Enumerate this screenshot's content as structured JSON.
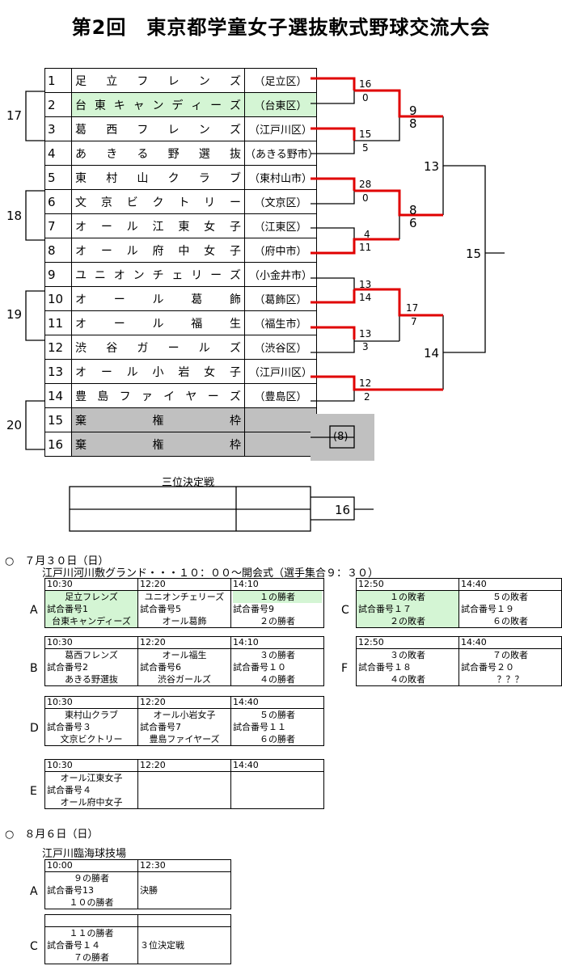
{
  "title": "第2回　東京都学童女子選抜軟式野球交流大会",
  "teams": [
    {
      "no": "1",
      "name": "足立フレンズ",
      "area": "（足立区）"
    },
    {
      "no": "2",
      "name": "台東キャンディーズ",
      "area": "（台東区）"
    },
    {
      "no": "3",
      "name": "葛西フレンズ",
      "area": "（江戸川区）"
    },
    {
      "no": "4",
      "name": "あきる野選抜",
      "area": "（あきる野市）"
    },
    {
      "no": "5",
      "name": "東村山クラブ",
      "area": "（東村山市）"
    },
    {
      "no": "6",
      "name": "文京ビクトリー",
      "area": "（文京区）"
    },
    {
      "no": "7",
      "name": "オール江東女子",
      "area": "（江東区）"
    },
    {
      "no": "8",
      "name": "オール府中女子",
      "area": "（府中市）"
    },
    {
      "no": "9",
      "name": "ユニオンチェリーズ",
      "area": "（小金井市）"
    },
    {
      "no": "10",
      "name": "オール葛飾",
      "area": "（葛飾区）"
    },
    {
      "no": "11",
      "name": "オール福生",
      "area": "（福生市）"
    },
    {
      "no": "12",
      "name": "渋谷ガールズ",
      "area": "（渋谷区）"
    },
    {
      "no": "13",
      "name": "オール小岩女子",
      "area": "（江戸川区）"
    },
    {
      "no": "14",
      "name": "豊島ファイヤーズ",
      "area": "（豊島区）"
    },
    {
      "no": "15",
      "name": "棄権枠",
      "area": ""
    },
    {
      "no": "16",
      "name": "棄権枠",
      "area": ""
    }
  ],
  "bracket": {
    "left_labels": [
      "17",
      "18",
      "19",
      "20"
    ],
    "scores": [
      "16",
      "0",
      "15",
      "5",
      "28",
      "0",
      "4",
      "11",
      "13",
      "14",
      "13",
      "3",
      "12",
      "2"
    ],
    "round2_scores": [
      "9",
      "8",
      "8",
      "6",
      "17",
      "7"
    ],
    "round_numbers": [
      "13",
      "14",
      "15"
    ],
    "bye_label": "(8)",
    "third_place_title": "三位決定戦",
    "third_place_number": "16"
  },
  "day1": {
    "date": "○　７月３０日（日）",
    "venue": "江戸川河川敷グランド・・・１０：００～開会式（選手集合９：３０）",
    "blocks": [
      {
        "letter": "A",
        "times": [
          "10:30",
          "12:20",
          "14:10"
        ],
        "cells": [
          [
            "足立フレンズ",
            "試合番号1",
            "台東キャンディーズ"
          ],
          [
            "ユニオンチェリーズ",
            "試合番号5",
            "オール葛飾"
          ],
          [
            "１の勝者",
            "試合番号9",
            "２の勝者"
          ]
        ]
      },
      {
        "letter": "B",
        "times": [
          "10:30",
          "12:20",
          "14:10"
        ],
        "cells": [
          [
            "葛西フレンズ",
            "試合番号2",
            "あきる野選抜"
          ],
          [
            "オール福生",
            "試合番号6",
            "渋谷ガールズ"
          ],
          [
            "３の勝者",
            "試合番号１０",
            "４の勝者"
          ]
        ]
      },
      {
        "letter": "D",
        "times": [
          "10:30",
          "12:20",
          "14:40"
        ],
        "cells": [
          [
            "東村山クラブ",
            "試合番号３",
            "文京ビクトリー"
          ],
          [
            "オール小岩女子",
            "試合番号7",
            "豊島ファイヤーズ"
          ],
          [
            "５の勝者",
            "試合番号１１",
            "６の勝者"
          ]
        ]
      },
      {
        "letter": "E",
        "times": [
          "10:30",
          "12:20",
          "14:40"
        ],
        "cells": [
          [
            "オール江東女子",
            "試合番号４",
            "オール府中女子"
          ],
          [
            "",
            "",
            ""
          ],
          [
            "",
            "",
            ""
          ]
        ]
      },
      {
        "letter": "C",
        "times": [
          "12:50",
          "14:40"
        ],
        "cells": [
          [
            "１の敗者",
            "試合番号１７",
            "２の敗者"
          ],
          [
            "５の敗者",
            "試合番号１９",
            "６の敗者"
          ]
        ]
      },
      {
        "letter": "F",
        "times": [
          "12:50",
          "14:40"
        ],
        "cells": [
          [
            "３の敗者",
            "試合番号１８",
            "４の敗者"
          ],
          [
            "７の敗者",
            "試合番号２０",
            "？？？"
          ]
        ]
      }
    ]
  },
  "day2": {
    "date": "○　８月６日（日）",
    "venue": "江戸川臨海球技場",
    "blocks": [
      {
        "letter": "A",
        "times": [
          "10:00",
          "12:30"
        ],
        "cells": [
          [
            "９の勝者",
            "試合番号13",
            "１０の勝者"
          ],
          [
            "決勝"
          ]
        ]
      },
      {
        "letter": "C",
        "times": [
          "",
          ""
        ],
        "cells": [
          [
            "１１の勝者",
            "試合番号１４",
            "７の勝者"
          ],
          [
            "３位決定戦"
          ]
        ]
      }
    ]
  }
}
